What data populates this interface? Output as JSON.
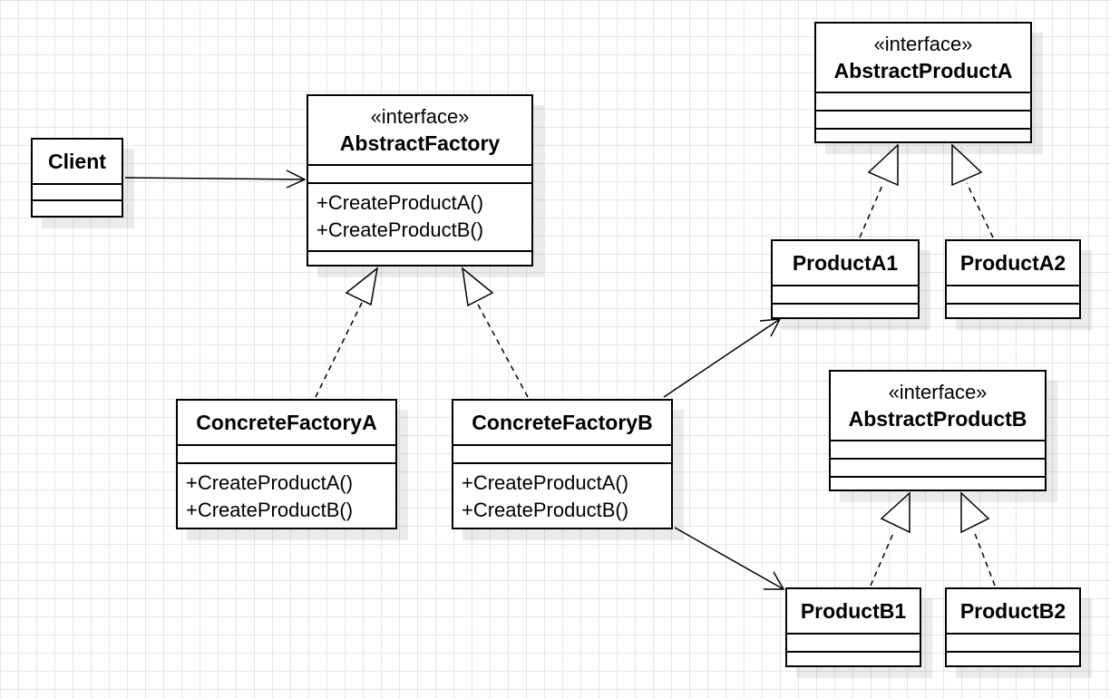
{
  "diagram": {
    "classes": {
      "client": {
        "name": "Client"
      },
      "abstract_factory": {
        "stereotype": "«interface»",
        "name": "AbstractFactory",
        "operations": [
          "+CreateProductA()",
          "+CreateProductB()"
        ]
      },
      "concrete_factory_a": {
        "name": "ConcreteFactoryA",
        "operations": [
          "+CreateProductA()",
          "+CreateProductB()"
        ]
      },
      "concrete_factory_b": {
        "name": "ConcreteFactoryB",
        "operations": [
          "+CreateProductA()",
          "+CreateProductB()"
        ]
      },
      "abstract_product_a": {
        "stereotype": "«interface»",
        "name": "AbstractProductA"
      },
      "product_a1": {
        "name": "ProductA1"
      },
      "product_a2": {
        "name": "ProductA2"
      },
      "abstract_product_b": {
        "stereotype": "«interface»",
        "name": "AbstractProductB"
      },
      "product_b1": {
        "name": "ProductB1"
      },
      "product_b2": {
        "name": "ProductB2"
      }
    },
    "relationships": [
      {
        "type": "association",
        "from": "Client",
        "to": "AbstractFactory"
      },
      {
        "type": "realization",
        "from": "ConcreteFactoryA",
        "to": "AbstractFactory"
      },
      {
        "type": "realization",
        "from": "ConcreteFactoryB",
        "to": "AbstractFactory"
      },
      {
        "type": "association",
        "from": "ConcreteFactoryB",
        "to": "ProductA1"
      },
      {
        "type": "association",
        "from": "ConcreteFactoryB",
        "to": "ProductB1"
      },
      {
        "type": "realization",
        "from": "ProductA1",
        "to": "AbstractProductA"
      },
      {
        "type": "realization",
        "from": "ProductA2",
        "to": "AbstractProductA"
      },
      {
        "type": "realization",
        "from": "ProductB1",
        "to": "AbstractProductB"
      },
      {
        "type": "realization",
        "from": "ProductB2",
        "to": "AbstractProductB"
      }
    ]
  }
}
